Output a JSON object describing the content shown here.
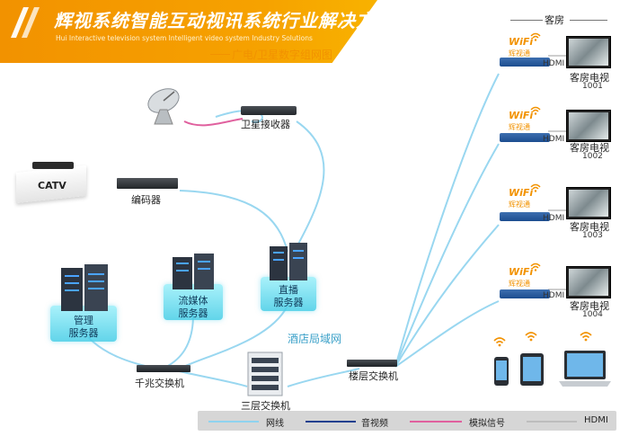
{
  "header": {
    "title": "辉视系统智能互动视讯系统行业解决方案",
    "subtitle_en": "Hui Interactive television system Intelligent video system Industry Solutions",
    "subtitle": "广电/卫星数字组网图"
  },
  "devices": {
    "satellite_receiver": "卫星接收器",
    "catv": "CATV",
    "encoder": "编码器",
    "management_server": "管理\n服务器",
    "streaming_server": "流媒体\n服务器",
    "live_server": "直播\n服务器",
    "hotel_lan": "酒店局域网",
    "gigabit_switch": "千兆交换机",
    "l3_switch": "三层交换机",
    "floor_switch": "楼层交换机"
  },
  "guest_room": {
    "title": "客房",
    "rooms": [
      {
        "tv": "客房电视",
        "number": "1001",
        "hdmi": "HDMI",
        "wifi": "WiFi",
        "brand": "辉视通"
      },
      {
        "tv": "客房电视",
        "number": "1002",
        "hdmi": "HDMI",
        "wifi": "WiFi",
        "brand": "辉视通"
      },
      {
        "tv": "客房电视",
        "number": "1003",
        "hdmi": "HDMI",
        "wifi": "WiFi",
        "brand": "辉视通"
      },
      {
        "tv": "客房电视",
        "number": "1004",
        "hdmi": "HDMI",
        "wifi": "WiFi",
        "brand": "辉视通"
      }
    ]
  },
  "legend": [
    {
      "label": "网线",
      "color": "#8fd3ef"
    },
    {
      "label": "音视频",
      "color": "#1f3f8f"
    },
    {
      "label": "模拟信号",
      "color": "#e0609e"
    },
    {
      "label": "HDMI",
      "color": "#bdbdbd"
    }
  ],
  "colors": {
    "accent": "#f29200",
    "network": "#8fd3ef",
    "av": "#1f3f8f",
    "analog": "#e0609e"
  }
}
